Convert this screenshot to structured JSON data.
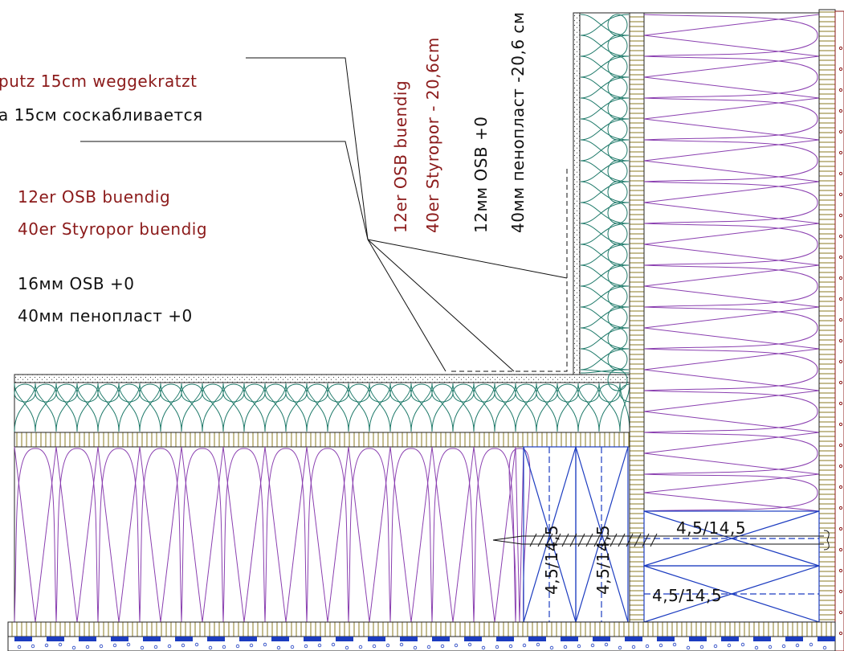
{
  "annotations": {
    "top_de": "putz 15cm weggekratzt",
    "top_ru": "a 15см соскабливается",
    "left_de_1": "12er OSB   buendig",
    "left_de_2": "40er Styropor  buendig",
    "left_ru_1": "16мм OSB   +0",
    "left_ru_2": "40мм пенопласт +0",
    "vert_de_1": "12er OSB  buendig",
    "vert_de_2": "40er Styropor - 20,6cm",
    "vert_ru_1": "12мм OSB  +0",
    "vert_ru_2": "40мм пенопласт -20,6 см"
  },
  "dimensions": {
    "beam_left_1": "4,5/14,5",
    "beam_left_2": "4,5/14,5",
    "beam_right_top": "4,5/14,5",
    "beam_right_bottom": "4,5/14,5"
  },
  "colors": {
    "annotation_de": "#8b1a1a",
    "annotation_ru": "#111111",
    "insulation_green": "#1f7a6a",
    "insulation_purple": "#8a3fb0",
    "timber": "#7a6a1a",
    "timber_blue": "#1c3cc0"
  }
}
